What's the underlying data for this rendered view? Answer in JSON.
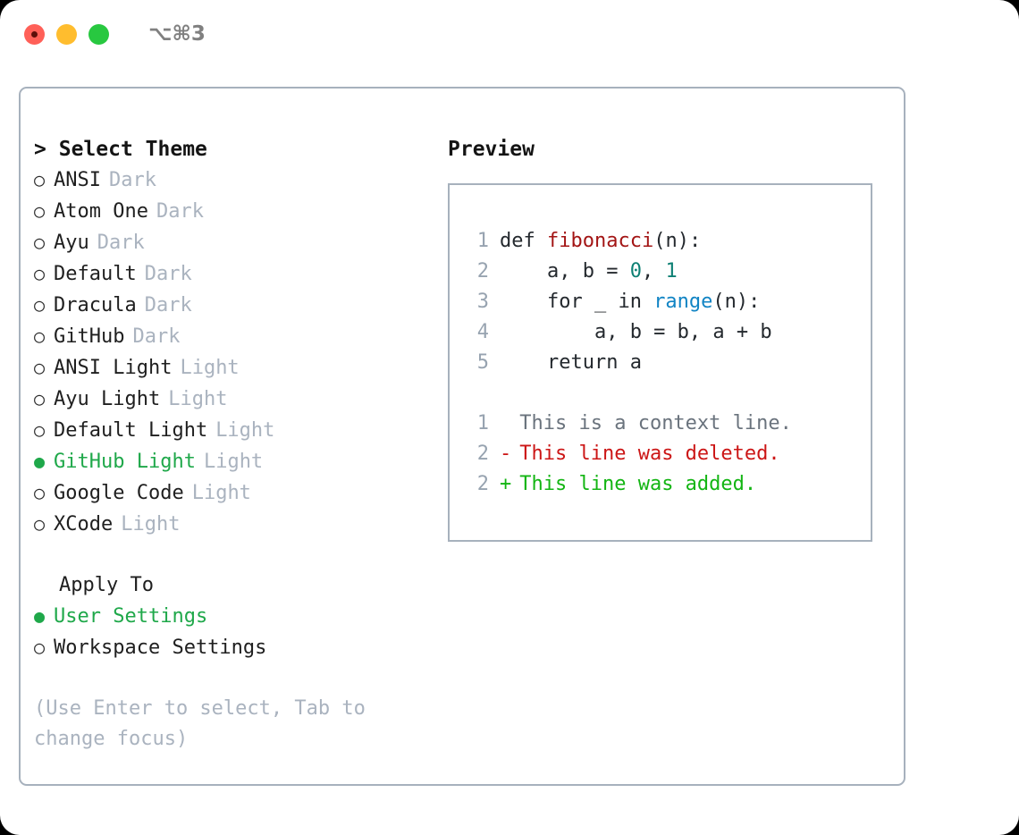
{
  "titlebar": {
    "shortcut": "⌥⌘3",
    "lights": [
      {
        "name": "close",
        "color": "#ff6058"
      },
      {
        "name": "minimize",
        "color": "#ffbd2e"
      },
      {
        "name": "zoom",
        "color": "#28c840"
      }
    ]
  },
  "left": {
    "header_caret": ">",
    "header_label": "Select Theme",
    "bullet_unselected": "○",
    "bullet_selected": "●",
    "themes": [
      {
        "name": "ANSI",
        "variant": "Dark",
        "selected": false
      },
      {
        "name": "Atom One",
        "variant": "Dark",
        "selected": false
      },
      {
        "name": "Ayu",
        "variant": "Dark",
        "selected": false
      },
      {
        "name": "Default",
        "variant": "Dark",
        "selected": false
      },
      {
        "name": "Dracula",
        "variant": "Dark",
        "selected": false
      },
      {
        "name": "GitHub",
        "variant": "Dark",
        "selected": false
      },
      {
        "name": "ANSI Light",
        "variant": "Light",
        "selected": false
      },
      {
        "name": "Ayu Light",
        "variant": "Light",
        "selected": false
      },
      {
        "name": "Default Light",
        "variant": "Light",
        "selected": false
      },
      {
        "name": "GitHub Light",
        "variant": "Light",
        "selected": true
      },
      {
        "name": "Google Code",
        "variant": "Light",
        "selected": false
      },
      {
        "name": "XCode",
        "variant": "Light",
        "selected": false
      }
    ],
    "apply_to_header": "Apply To",
    "apply_to_options": [
      {
        "name": "User Settings",
        "selected": true
      },
      {
        "name": "Workspace Settings",
        "selected": false
      }
    ],
    "hint": "(Use Enter to select, Tab to change focus)"
  },
  "preview": {
    "title": "Preview",
    "code_lines": [
      {
        "no": "1",
        "tokens": [
          {
            "text": "def ",
            "kind": "plain"
          },
          {
            "text": "fibonacci",
            "kind": "fn"
          },
          {
            "text": "(n):",
            "kind": "plain"
          }
        ]
      },
      {
        "no": "2",
        "tokens": [
          {
            "text": "    a, b = ",
            "kind": "plain"
          },
          {
            "text": "0",
            "kind": "num"
          },
          {
            "text": ", ",
            "kind": "plain"
          },
          {
            "text": "1",
            "kind": "num"
          }
        ]
      },
      {
        "no": "3",
        "tokens": [
          {
            "text": "    for _ in ",
            "kind": "plain"
          },
          {
            "text": "range",
            "kind": "builtin"
          },
          {
            "text": "(n):",
            "kind": "plain"
          }
        ]
      },
      {
        "no": "4",
        "tokens": [
          {
            "text": "        a, b = b, a + b",
            "kind": "plain"
          }
        ]
      },
      {
        "no": "5",
        "tokens": [
          {
            "text": "    return a",
            "kind": "plain"
          }
        ]
      }
    ],
    "diff_lines": [
      {
        "no": "1",
        "marker": " ",
        "text": "This is a context line.",
        "kind": "context"
      },
      {
        "no": "2",
        "marker": "-",
        "text": "This line was deleted.",
        "kind": "deleted"
      },
      {
        "no": "2",
        "marker": "+",
        "text": "This line was added.",
        "kind": "added"
      }
    ]
  },
  "colors": {
    "accent_green": "#1fa84a",
    "muted": "#aab3bf",
    "border": "#a7b1bd",
    "fn": "#a31515",
    "num": "#0e8074",
    "builtin": "#1184c4",
    "diff_deleted": "#cc1616",
    "diff_added": "#13b513",
    "diff_context": "#6a737d",
    "lineno": "#97a3b0"
  }
}
